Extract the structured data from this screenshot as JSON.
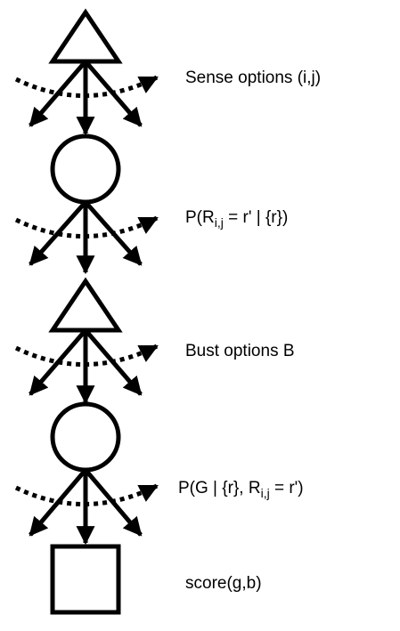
{
  "colors": {
    "stroke": "#000000",
    "background": "#ffffff"
  },
  "nodes": [
    {
      "shape": "triangle-icon",
      "role": "decision"
    },
    {
      "shape": "circle-icon",
      "role": "chance"
    },
    {
      "shape": "triangle-icon",
      "role": "decision"
    },
    {
      "shape": "circle-icon",
      "role": "chance"
    },
    {
      "shape": "square-icon",
      "role": "utility"
    }
  ],
  "labels": {
    "sense_options": "Sense options (i,j)",
    "prob_r": {
      "prefix": "P(R",
      "sub": "i,j",
      "suffix": " = r' | {r})"
    },
    "bust_options": "Bust options B",
    "prob_g": {
      "prefix": "P(G | {r}, R",
      "sub": "i,j",
      "suffix": " = r')"
    },
    "score": "score(g,b)"
  }
}
